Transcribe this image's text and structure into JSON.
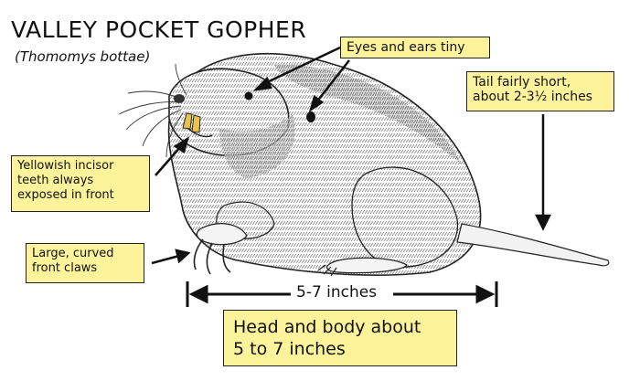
{
  "title": "VALLEY POCKET GOPHER",
  "subtitle": "(Thomomys bottae)",
  "callouts": {
    "eyes_ears": "Eyes and ears tiny",
    "tail": [
      "Tail fairly short,",
      "about 2-3½ inches"
    ],
    "incisors": [
      "Yellowish incisor",
      "teeth always",
      "exposed in front"
    ],
    "claws": [
      "Large, curved",
      "front claws"
    ],
    "head_body": [
      "Head and body about",
      "5 to 7 inches"
    ]
  },
  "measure_label": "5-7 inches",
  "colors": {
    "callout_bg": "#fdf39a",
    "incisor": "#e8c24a",
    "outline": "#222222"
  }
}
